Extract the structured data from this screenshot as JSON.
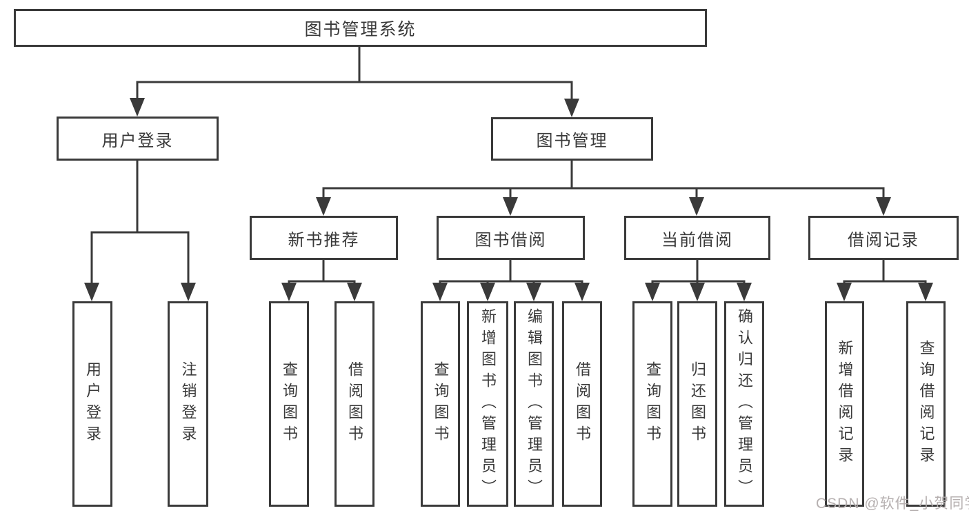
{
  "diagram": {
    "root": {
      "label": "图书管理系统"
    },
    "branches": [
      {
        "label": "用户登录",
        "children": [
          {
            "label": "用户登录"
          },
          {
            "label": "注销登录"
          }
        ]
      },
      {
        "label": "图书管理",
        "children": [
          {
            "label": "新书推荐",
            "children": [
              {
                "label": "查询图书"
              },
              {
                "label": "借阅图书"
              }
            ]
          },
          {
            "label": "图书借阅",
            "children": [
              {
                "label": "查询图书"
              },
              {
                "label": "新增图书（管理员）"
              },
              {
                "label": "编辑图书（管理员）"
              },
              {
                "label": "借阅图书"
              }
            ]
          },
          {
            "label": "当前借阅",
            "children": [
              {
                "label": "查询图书"
              },
              {
                "label": "归还图书"
              },
              {
                "label": "确认归还（管理员）"
              }
            ]
          },
          {
            "label": "借阅记录",
            "children": [
              {
                "label": "新增借阅记录"
              },
              {
                "label": "查询借阅记录"
              }
            ]
          }
        ]
      }
    ]
  },
  "watermark": {
    "text": "CSDN @软件_小贺同学"
  },
  "colors": {
    "line": "#3a3a3a",
    "text": "#3a3a3a",
    "background": "#ffffff",
    "watermark": "#b2acac"
  }
}
